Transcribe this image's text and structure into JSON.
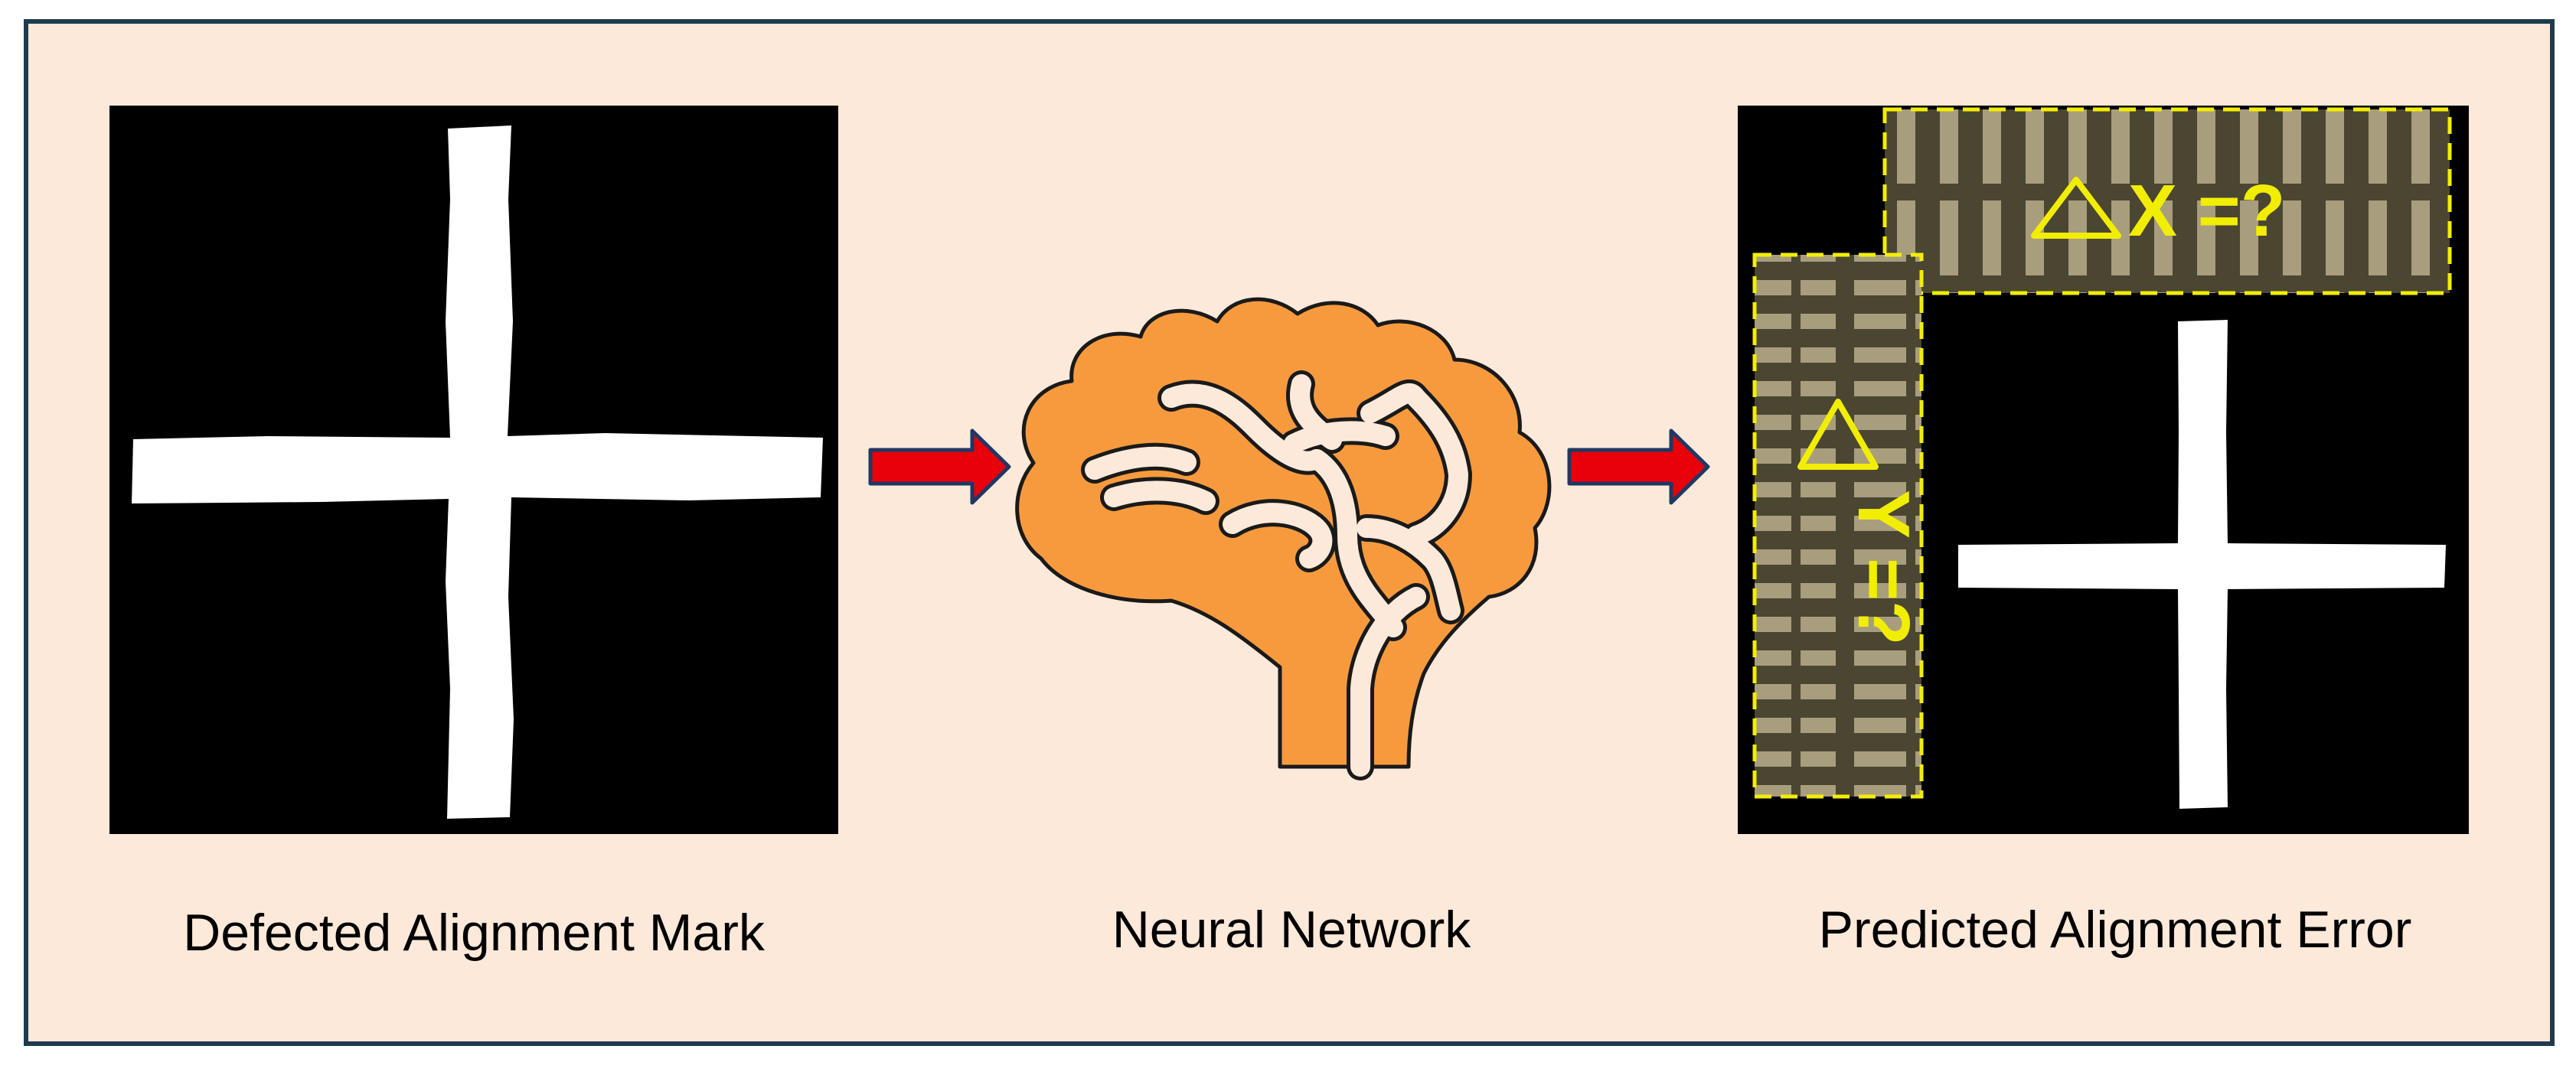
{
  "panels": {
    "input": {
      "caption": "Defected Alignment Mark"
    },
    "model": {
      "caption": "Neural Network"
    },
    "output": {
      "caption": "Predicted Alignment Error",
      "delta_x_label": "X =?",
      "delta_y_label": "Y =?"
    }
  },
  "colors": {
    "background": "#fde9d9",
    "frame_border": "#1f3a4d",
    "arrow_fill": "#e8000b",
    "arrow_outline": "#1f3864",
    "brain_fill": "#f79a3e",
    "brain_vessels": "#fde9d9",
    "annotation": "#f2ee00"
  },
  "icons": {
    "arrow_1": "right-arrow-icon",
    "arrow_2": "right-arrow-icon",
    "brain": "brain-icon",
    "delta": "triangle-delta-icon"
  }
}
